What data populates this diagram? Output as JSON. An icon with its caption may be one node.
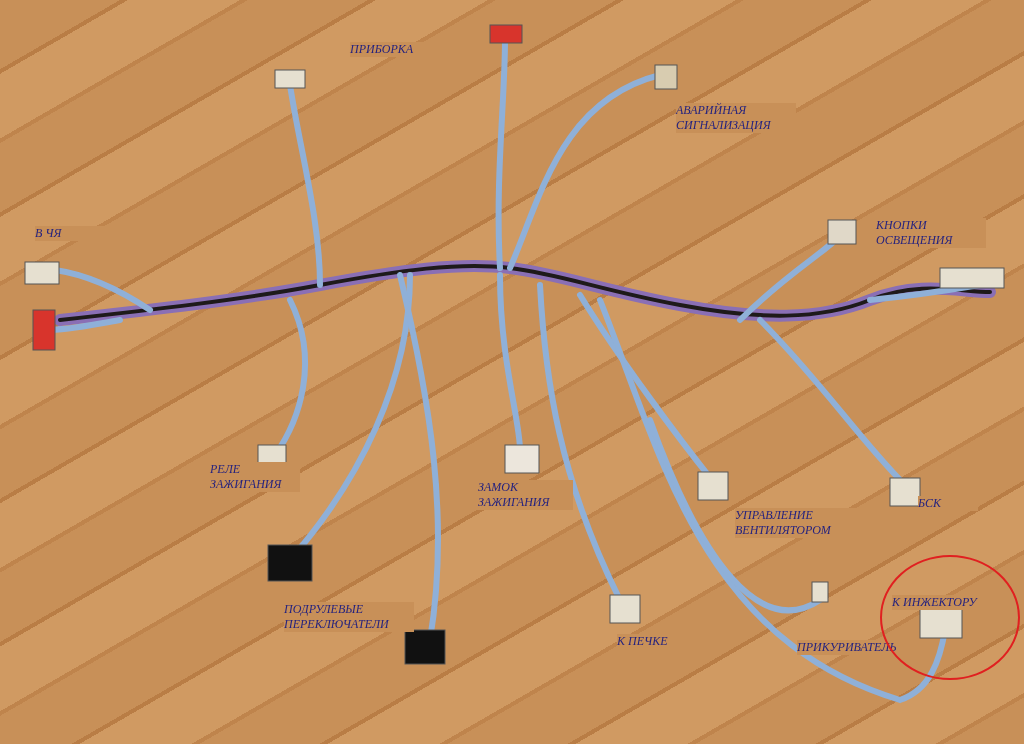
{
  "diagram": {
    "nodes": [
      {
        "text": [
          "К ИНЖЕКТОРУ"
        ]
      }
    ],
    "labels": [
      "ПРИБОРКА",
      "АВАРИЙНАЯ СИГНАЛИЗАЦИЯ",
      "В ЧЯ",
      "КНОПКИ ОСВЕЩЕНИЯ",
      "РЕЛЕ ЗАЖИГАНИЯ",
      "ЗАМОК ЗАЖИГАНИЯ",
      "УПРАВЛЕНИЕ ВЕНТИЛЯТОРОМ",
      "БСК",
      "ПОДРУЛЕВЫЕ ПЕРЕКЛЮЧАТЕЛИ",
      "К ПЕЧКЕ",
      "ПРИКУРИВАТЕЛЬ"
    ]
  }
}
